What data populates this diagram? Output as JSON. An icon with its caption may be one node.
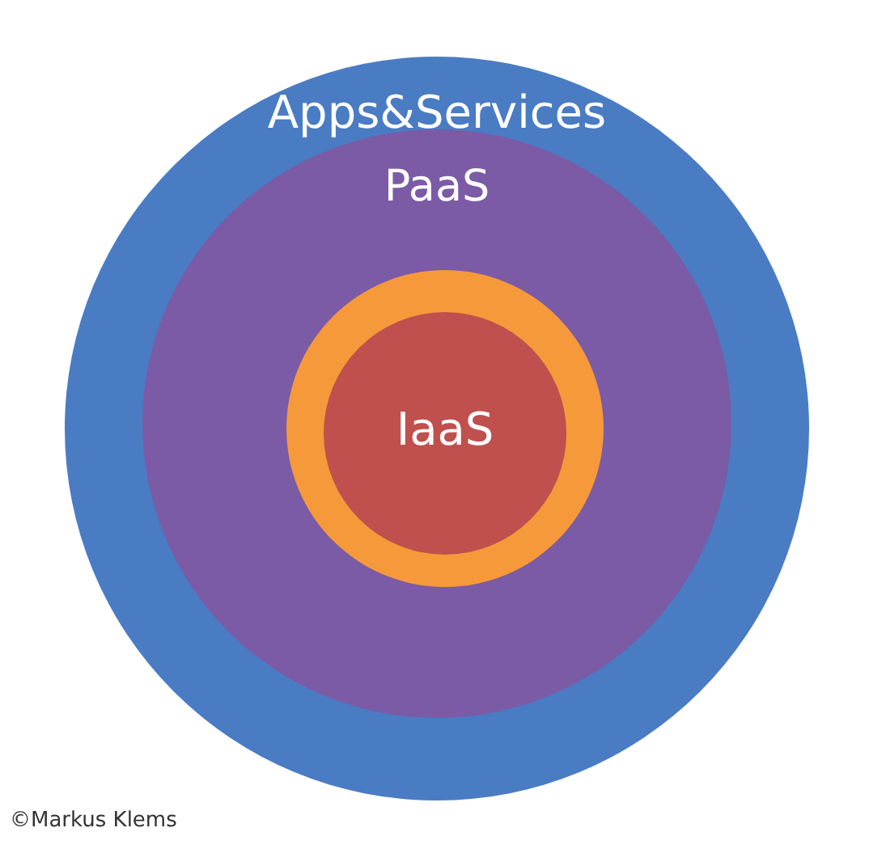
{
  "diagram": {
    "nodes": [
      {
        "text": [
          "Apps&Services"
        ]
      },
      {
        "text": [
          "PaaS"
        ],
        "in": 0
      },
      {
        "text": [],
        "shape": "circle",
        "in": 1
      },
      {
        "text": [
          "IaaS"
        ],
        "in": 2
      }
    ],
    "labels": [
      "©Markus Klems"
    ]
  }
}
